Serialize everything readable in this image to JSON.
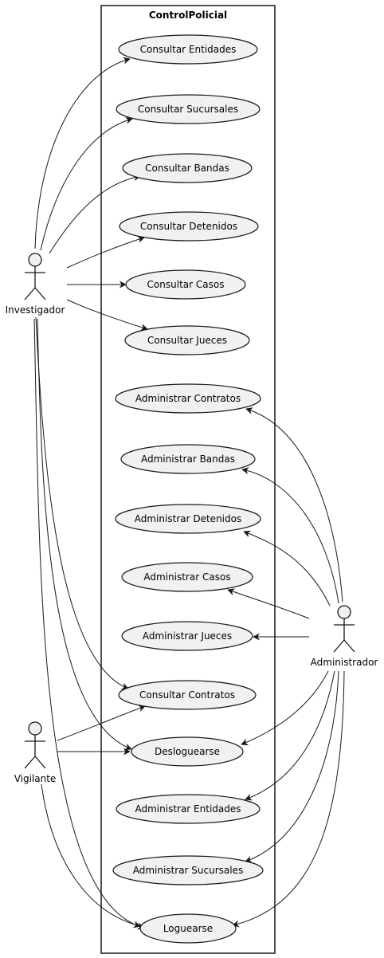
{
  "system": {
    "title": "ControlPolicial"
  },
  "actors": {
    "investigador": "Investigador",
    "vigilante": "Vigilante",
    "administrador": "Administrador"
  },
  "use_cases": {
    "consultar_entidades": "Consultar Entidades",
    "consultar_sucursales": "Consultar Sucursales",
    "consultar_bandas": "Consultar Bandas",
    "consultar_detenidos": "Consultar Detenidos",
    "consultar_casos": "Consultar Casos",
    "consultar_jueces": "Consultar Jueces",
    "administrar_contratos": "Administrar Contratos",
    "administrar_bandas": "Administrar Bandas",
    "administrar_detenidos": "Administrar Detenidos",
    "administrar_casos": "Administrar Casos",
    "administrar_jueces": "Administrar Jueces",
    "consultar_contratos": "Consultar Contratos",
    "desloguearse": "Desloguearse",
    "administrar_entidades": "Administrar Entidades",
    "administrar_sucursales": "Administrar Sucursales",
    "loguearse": "Loguearse"
  },
  "associations": [
    {
      "from": "investigador",
      "to": "consultar_entidades"
    },
    {
      "from": "investigador",
      "to": "consultar_sucursales"
    },
    {
      "from": "investigador",
      "to": "consultar_bandas"
    },
    {
      "from": "investigador",
      "to": "consultar_detenidos"
    },
    {
      "from": "investigador",
      "to": "consultar_casos"
    },
    {
      "from": "investigador",
      "to": "consultar_jueces"
    },
    {
      "from": "investigador",
      "to": "consultar_contratos"
    },
    {
      "from": "investigador",
      "to": "desloguearse"
    },
    {
      "from": "investigador",
      "to": "loguearse"
    },
    {
      "from": "vigilante",
      "to": "consultar_contratos"
    },
    {
      "from": "vigilante",
      "to": "desloguearse"
    },
    {
      "from": "vigilante",
      "to": "loguearse"
    },
    {
      "from": "administrador",
      "to": "administrar_contratos"
    },
    {
      "from": "administrador",
      "to": "administrar_bandas"
    },
    {
      "from": "administrador",
      "to": "administrar_detenidos"
    },
    {
      "from": "administrador",
      "to": "administrar_casos"
    },
    {
      "from": "administrador",
      "to": "administrar_jueces"
    },
    {
      "from": "administrador",
      "to": "desloguearse"
    },
    {
      "from": "administrador",
      "to": "administrar_entidades"
    },
    {
      "from": "administrador",
      "to": "administrar_sucursales"
    },
    {
      "from": "administrador",
      "to": "loguearse"
    }
  ]
}
